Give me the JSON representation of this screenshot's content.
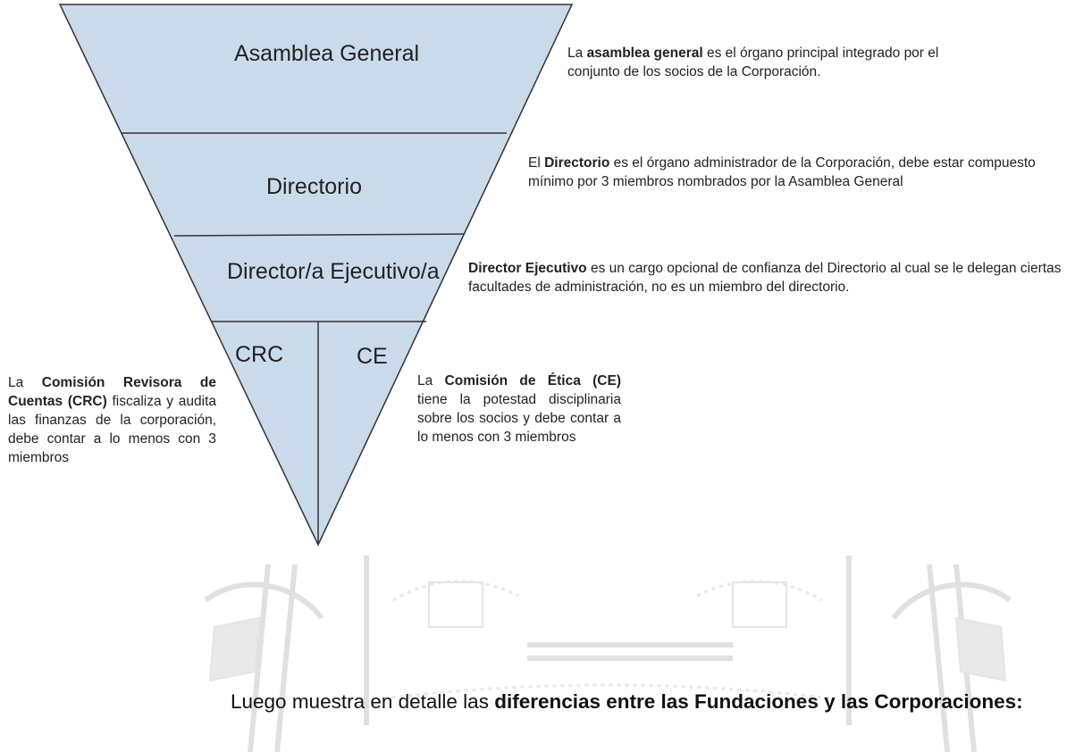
{
  "diagram": {
    "levels": {
      "asamblea": "Asamblea General",
      "directorio": "Directorio",
      "director": "Director/a Ejecutivo/a",
      "crc": "CRC",
      "ce": "CE"
    },
    "fill_color": "#c9daeb",
    "line_color": "#333333"
  },
  "descriptions": {
    "asamblea": {
      "prefix": "La ",
      "bold": "asamblea general",
      "rest": " es el órgano principal integrado por el conjunto de los socios de la Corporación."
    },
    "directorio": {
      "prefix": "El ",
      "bold": "Directorio",
      "rest": " es el órgano administrador de la Corporación, debe estar compuesto mínimo por 3 miembros nombrados por la Asamblea General"
    },
    "director": {
      "prefix": "",
      "bold": "Director Ejecutivo",
      "rest": " es un cargo opcional de confianza del Directorio al cual se le delegan ciertas facultades de administración, no es un miembro del directorio."
    },
    "crc": {
      "prefix": "La ",
      "bold": "Comisión Revisora de Cuentas (CRC)",
      "rest": " fiscaliza y audita las finanzas de la corporación, debe contar a lo menos con 3 miembros"
    },
    "ce": {
      "prefix": "La ",
      "bold": "Comisión de Ética (CE)",
      "rest": " tiene la potestad disciplinaria sobre los socios y debe contar a lo menos con 3 miembros"
    }
  },
  "footer": {
    "prefix": "Luego muestra en detalle las ",
    "bold": "diferencias entre las Fundaciones y las Corporaciones:"
  }
}
